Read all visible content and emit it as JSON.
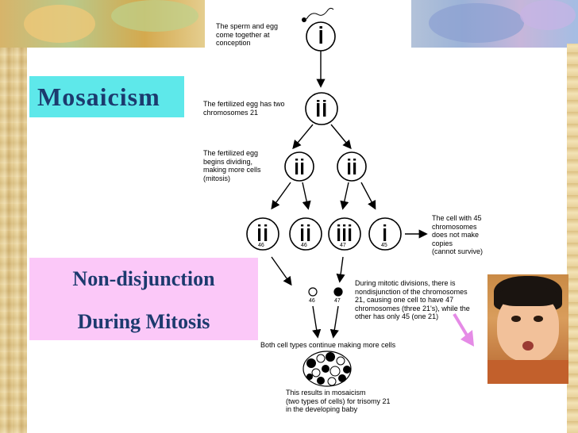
{
  "slide": {
    "title": "Mosaicism",
    "subtitle_line1": "Non-disjunction",
    "subtitle_line2": "During Mitosis"
  },
  "diagram": {
    "step1": "The sperm and egg\ncome together at\nconception",
    "step2": "The fertilized egg has two\nchromosomes 21",
    "step3": "The fertilized egg\nbegins dividing,\nmaking more cells\n(mitosis)",
    "cell_counts": [
      "46",
      "46",
      "47",
      "45"
    ],
    "dies_note": "The cell with 45\nchromosomes\ndoes not make\ncopies\n(cannot survive)",
    "nondisjunction_note": "During mitotic divisions, there is\nnondisjunction of the chromosomes\n21, causing one cell to have 47\nchromosomes (three 21's), while the\nother has only 45 (one 21)",
    "small_counts": [
      "46",
      "47"
    ],
    "continue_note": "Both cell types continue making more cells",
    "result_note": "This results in mosaicism\n(two types of cells) for trisomy 21\nin the developing baby"
  },
  "colors": {
    "title_box": "#5ee8ea",
    "subtitle_box": "#fbc8f8",
    "title_text": "#1c3a6e",
    "arrow_to_photo": "#e58be6"
  },
  "photo": {
    "icon": "child-portrait-photo"
  }
}
